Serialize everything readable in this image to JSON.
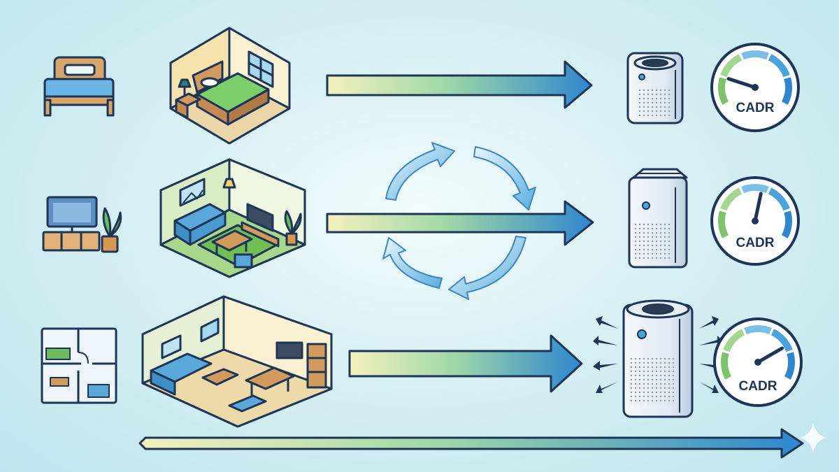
{
  "rows": [
    {
      "room_icon": "bed-icon",
      "room_scene": "bedroom-scene",
      "purifier": "small-air-purifier",
      "gauge": {
        "label": "CADR",
        "level": 0.2
      }
    },
    {
      "room_icon": "tv-stand-plant-icon",
      "room_scene": "living-room-scene",
      "purifier": "medium-air-purifier",
      "gauge": {
        "label": "CADR",
        "level": 0.55
      }
    },
    {
      "room_icon": "floor-plan-icon",
      "room_scene": "open-plan-home-scene",
      "purifier": "large-air-purifier",
      "gauge": {
        "label": "CADR",
        "level": 0.75
      }
    }
  ],
  "cycle_icon": "circular-refresh-arrows-icon",
  "bottom_arrow": "progress-arrow",
  "watermark_icon": "sparkle-icon",
  "colors": {
    "background": "#cdeaf0",
    "outline": "#1d3557",
    "arrow_start": "#f2f0b8",
    "arrow_end": "#2e8bd2",
    "gauge_green": "#7cc46a",
    "gauge_blue": "#4aa3dc"
  }
}
